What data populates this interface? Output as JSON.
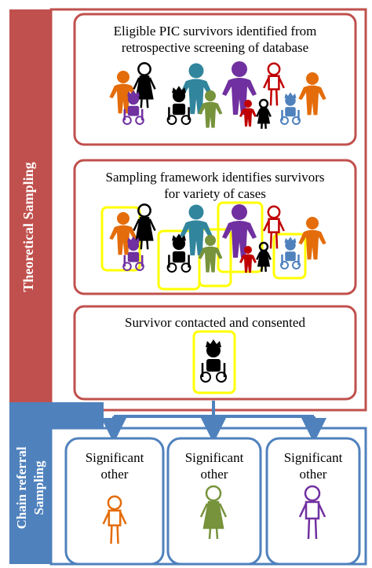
{
  "sidebars": {
    "theoretical": "Theoretical Sampling",
    "chain_line1": "Chain referral",
    "chain_line2": "Sampling"
  },
  "boxes": {
    "identified_line1": "Eligible PIC survivors identified from",
    "identified_line2": "retrospective screening of database",
    "framework_line1": "Sampling framework identifies survivors",
    "framework_line2": "for variety of cases",
    "contacted": "Survivor contacted and consented",
    "other_line1": "Significant",
    "other_line2": "other"
  },
  "colors": {
    "theoretical_band": "#c0504d",
    "chain_band": "#4f81bd",
    "highlight": "#ffff00",
    "orange": "#e46c0a",
    "green": "#77933c",
    "purple": "#7030a0",
    "teal": "#31859c",
    "red": "#c00000",
    "blue": "#4f81bd"
  }
}
